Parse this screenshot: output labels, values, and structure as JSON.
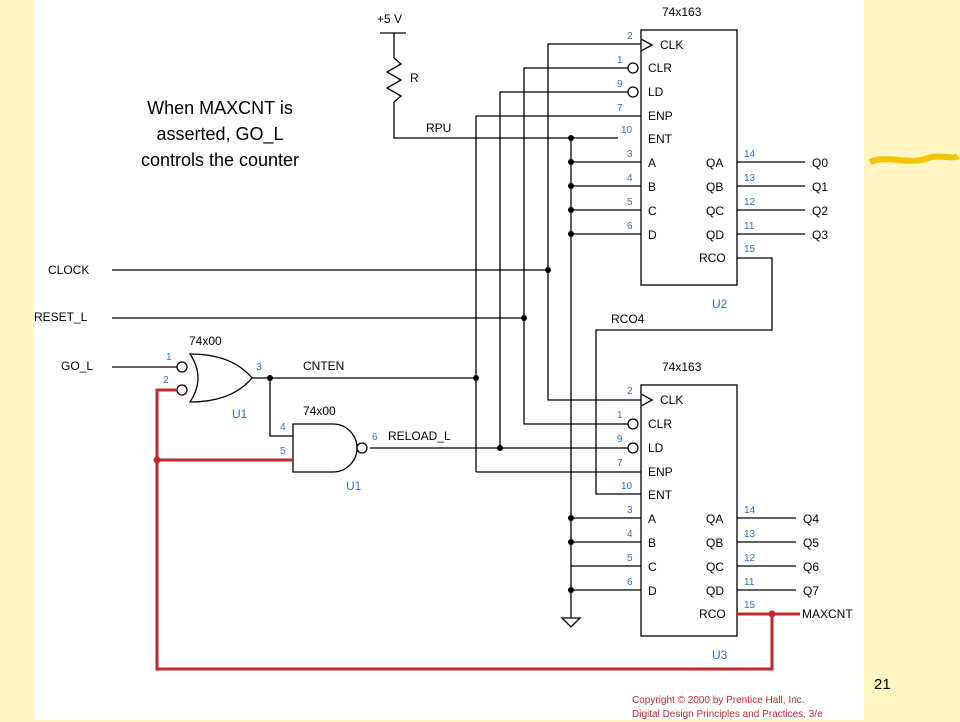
{
  "annotation": {
    "line1": "When MAXCNT is",
    "line2": "asserted, GO_L",
    "line3": "controls the counter"
  },
  "slide_number": "21",
  "copyright": {
    "line1": "Copyright © 2000 by Prentice Hall, Inc.",
    "line2": "Digital Design Principles and Practices, 3/e"
  },
  "power": {
    "label": "+5 V",
    "resistor": "R",
    "net": "RPU"
  },
  "inputs": {
    "clock": "CLOCK",
    "reset": "RESET_L",
    "go": "GO_L"
  },
  "nets": {
    "cnten": "CNTEN",
    "reload": "RELOAD_L",
    "rco4": "RCO4"
  },
  "gates": {
    "or_part": "74x00",
    "or_ref": "U1",
    "nand_part": "74x00",
    "nand_ref": "U1",
    "or_pin1": "1",
    "or_pin2": "2",
    "or_pin3": "3",
    "nand_pin4": "4",
    "nand_pin5": "5",
    "nand_pin6": "6"
  },
  "counter_u2": {
    "part": "74x163",
    "ref": "U2",
    "inputs": [
      {
        "pin": "2",
        "name": "CLK"
      },
      {
        "pin": "1",
        "name": "CLR"
      },
      {
        "pin": "9",
        "name": "LD"
      },
      {
        "pin": "7",
        "name": "ENP"
      },
      {
        "pin": "10",
        "name": "ENT"
      },
      {
        "pin": "3",
        "name": "A"
      },
      {
        "pin": "4",
        "name": "B"
      },
      {
        "pin": "5",
        "name": "C"
      },
      {
        "pin": "6",
        "name": "D"
      }
    ],
    "outputs": [
      {
        "pin": "14",
        "name": "QA",
        "signal": "Q0"
      },
      {
        "pin": "13",
        "name": "QB",
        "signal": "Q1"
      },
      {
        "pin": "12",
        "name": "QC",
        "signal": "Q2"
      },
      {
        "pin": "11",
        "name": "QD",
        "signal": "Q3"
      },
      {
        "pin": "15",
        "name": "RCO",
        "signal": ""
      }
    ]
  },
  "counter_u3": {
    "part": "74x163",
    "ref": "U3",
    "inputs": [
      {
        "pin": "2",
        "name": "CLK"
      },
      {
        "pin": "1",
        "name": "CLR"
      },
      {
        "pin": "9",
        "name": "LD"
      },
      {
        "pin": "7",
        "name": "ENP"
      },
      {
        "pin": "10",
        "name": "ENT"
      },
      {
        "pin": "3",
        "name": "A"
      },
      {
        "pin": "4",
        "name": "B"
      },
      {
        "pin": "5",
        "name": "C"
      },
      {
        "pin": "6",
        "name": "D"
      }
    ],
    "outputs": [
      {
        "pin": "14",
        "name": "QA",
        "signal": "Q4"
      },
      {
        "pin": "13",
        "name": "QB",
        "signal": "Q5"
      },
      {
        "pin": "12",
        "name": "QC",
        "signal": "Q6"
      },
      {
        "pin": "11",
        "name": "QD",
        "signal": "Q7"
      },
      {
        "pin": "15",
        "name": "RCO",
        "signal": "MAXCNT"
      }
    ]
  },
  "colors": {
    "background": "#fdf6c3",
    "highlight_wire": "#c0282d",
    "pin_numbers": "#2a6fc9"
  }
}
